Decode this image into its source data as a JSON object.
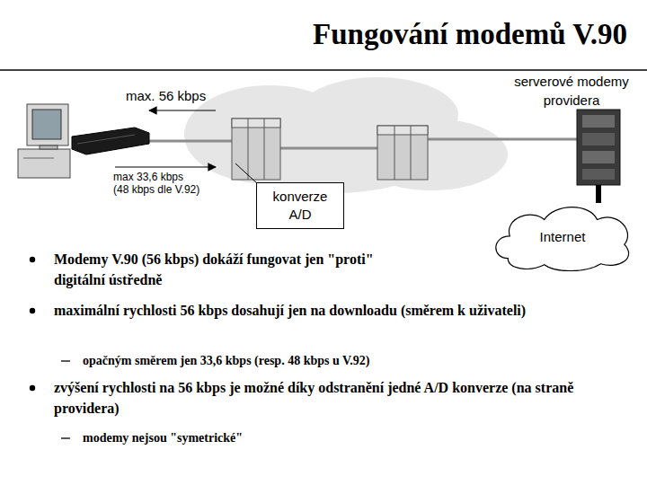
{
  "diagram": {
    "title": "Fungování modemů V.90",
    "nodes": [
      {
        "text": [
          "konverze A/D"
        ]
      },
      {
        "text": [
          "Internet"
        ]
      }
    ],
    "labels": [
      "max. 56 kbps",
      "max 33,6 kbps (48 kbps dle V.92)",
      "serverové modemy providera",
      "Modemy V.90 (56 kbps) dokáží fungovat jen \"proti\" digitální ústředně",
      "maximální rychlosti 56 kbps dosahují jen na downloadu (směrem k uživateli)",
      "opačným směrem jen 33,6 kbps (resp. 48 kbps u V.92)",
      "zvýšení rychlosti na 56 kbps je možné díky odstranění jedné A/D konverze (na straně providera)",
      "modemy nejsou \"symetrické\""
    ]
  }
}
